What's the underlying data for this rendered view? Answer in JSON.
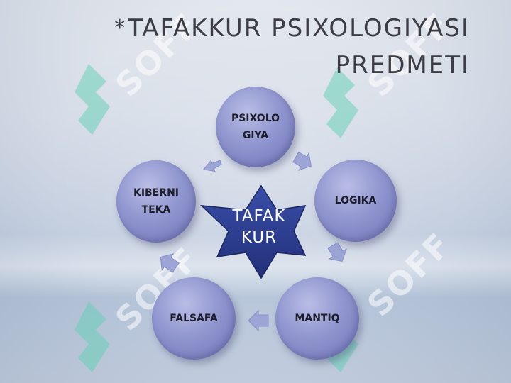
{
  "title": {
    "marker": "*",
    "line1": "TAFAKKUR PSIXOLOGIYASI",
    "line2": "PREDMETI"
  },
  "diagram": {
    "center": "TAFAK\nKUR",
    "nodes": [
      {
        "id": "psixologiya",
        "label": "PSIXOLO\nGIYA"
      },
      {
        "id": "logika",
        "label": "LOGIKA"
      },
      {
        "id": "mantiq",
        "label": "MANTIQ"
      },
      {
        "id": "falsafa",
        "label": "FALSAFA"
      },
      {
        "id": "kiberneteka",
        "label": "KIBERNI\nTEKA"
      }
    ]
  },
  "watermark": {
    "text": "SOFF"
  },
  "colors": {
    "node": "#8f94cd",
    "star": "#2a3b8f",
    "arrow": "#9da4d6",
    "title": "#3d3d45",
    "watermark": "#5fd0b4"
  }
}
